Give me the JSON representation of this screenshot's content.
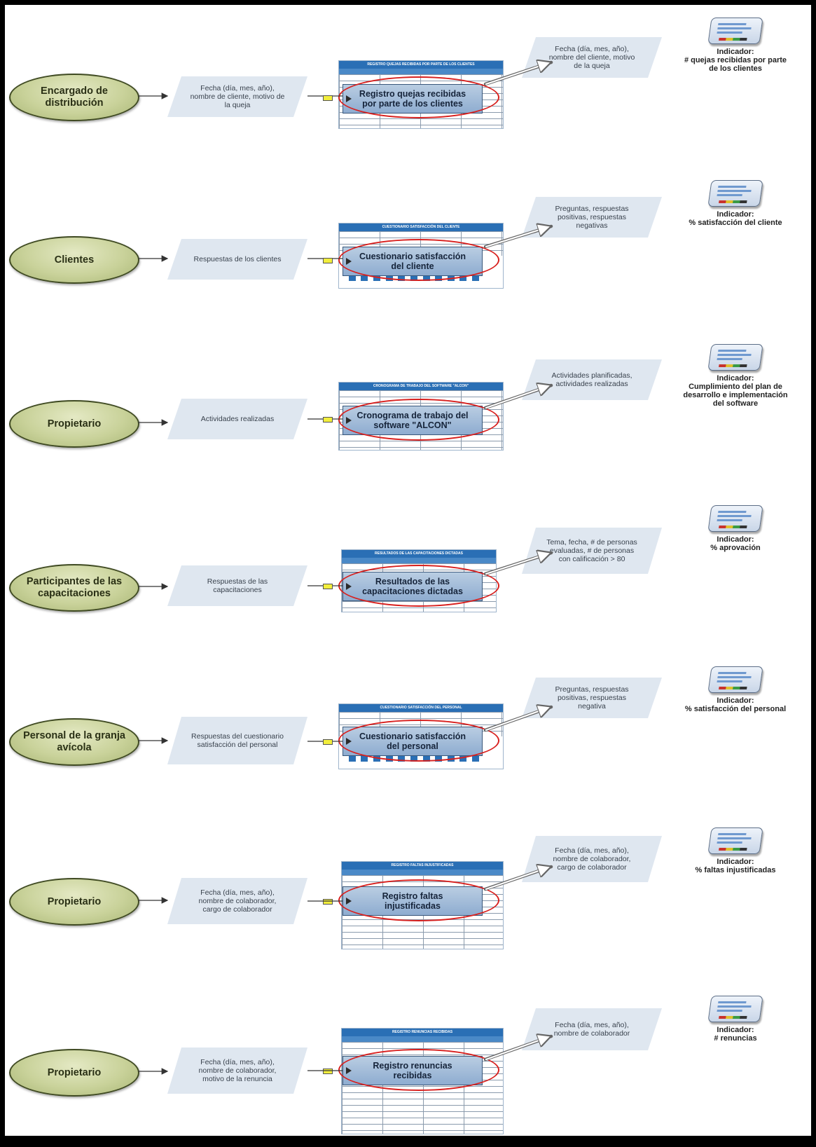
{
  "rows": [
    {
      "actor": "Encargado de distribución",
      "input": "Fecha (día, mes, año), nombre de cliente, motivo de la queja",
      "doc_header": "REGISTRO QUEJAS RECIBIDAS POR PARTE DE LOS CLIENTES",
      "process": "Registro quejas recibidas por parte de los clientes",
      "output": "Fecha (día, mes, año), nombre del cliente, motivo de la queja",
      "indicator_label": "Indicador:",
      "indicator": "# quejas recibidas por parte de los clientes"
    },
    {
      "actor": "Clientes",
      "input": "Respuestas de los clientes",
      "doc_header": "CUESTIONARIO SATISFACCIÓN DEL CLIENTE",
      "process": "Cuestionario satisfacción del cliente",
      "output": "Preguntas, respuestas positivas, respuestas negativas",
      "indicator_label": "Indicador:",
      "indicator": "% satisfacción del cliente"
    },
    {
      "actor": "Propietario",
      "input": "Actividades realizadas",
      "doc_header": "CRONOGRAMA DE TRABAJO DEL SOFTWARE \"ALCON\"",
      "process": "Cronograma de trabajo del software \"ALCON\"",
      "output": "Actividades planificadas, actividades realizadas",
      "indicator_label": "Indicador:",
      "indicator": "Cumplimiento del plan de desarrollo e implementación del software"
    },
    {
      "actor": "Participantes de las capacitaciones",
      "input": "Respuestas de las capacitaciones",
      "doc_header": "RESULTADOS DE LAS CAPACITACIONES DICTADAS",
      "process": "Resultados de las capacitaciones dictadas",
      "output": "Tema, fecha, # de personas evaluadas, # de personas con calificación > 80",
      "indicator_label": "Indicador:",
      "indicator": "% aprovación"
    },
    {
      "actor": "Personal de la granja avícola",
      "input": "Respuestas del cuestionario satisfacción del personal",
      "doc_header": "CUESTIONARIO SATISFACCIÓN DEL PERSONAL",
      "process": "Cuestionario satisfacción del personal",
      "output": "Preguntas, respuestas positivas, respuestas negativa",
      "indicator_label": "Indicador:",
      "indicator": "% satisfacción del personal"
    },
    {
      "actor": "Propietario",
      "input": "Fecha (día, mes, año), nombre de colaborador, cargo de colaborador",
      "doc_header": "REGISTRO FALTAS INJUSTIFICADAS",
      "process": "Registro faltas injustificadas",
      "output": "Fecha (día, mes, año), nombre de colaborador, cargo de colaborador",
      "indicator_label": "Indicador:",
      "indicator": "% faltas injustificadas"
    },
    {
      "actor": "Propietario",
      "input": "Fecha (día, mes, año), nombre de colaborador, motivo de la renuncia",
      "doc_header": "REGISTRO RENUNCIAS RECIBIDAS",
      "process": "Registro renuncias recibidas",
      "output": "Fecha (día, mes, año), nombre de colaborador",
      "indicator_label": "Indicador:",
      "indicator": "# renuncias"
    }
  ],
  "colors": {
    "actor_fill": "#c9d29a",
    "process_fill": "#8eacd0",
    "highlight_circle": "#d8201e",
    "data_shape": "#dfe7f0",
    "connector": "#f2ee3c"
  },
  "icons": [
    "indicator-document-icon",
    "arrow-icon"
  ]
}
